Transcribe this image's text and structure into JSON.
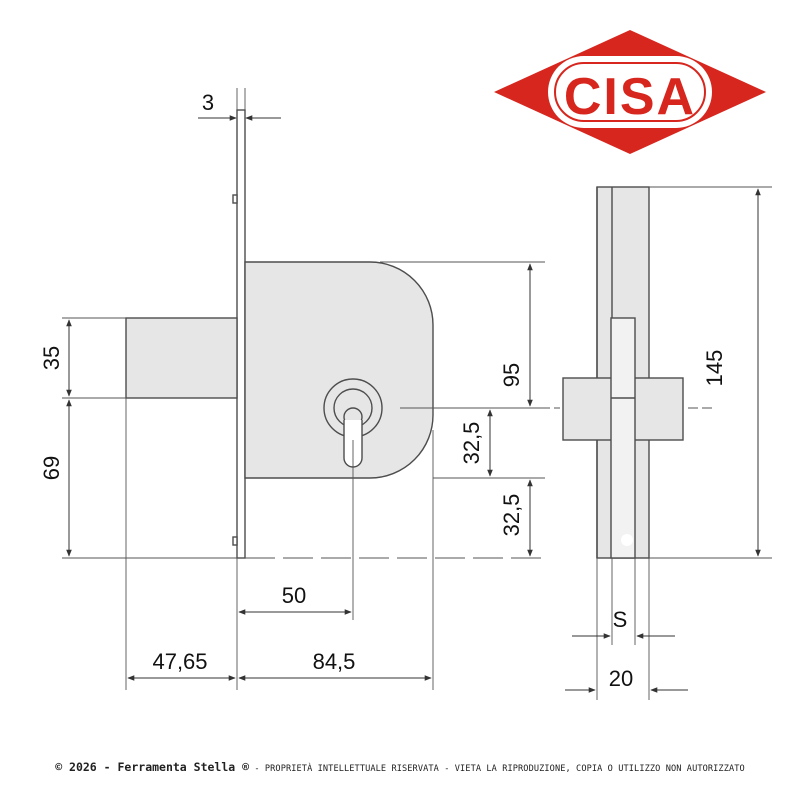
{
  "brand": {
    "logo_text": "CISA",
    "logo_color": "#d7261e"
  },
  "dimensions": {
    "strip_thickness": "3",
    "bolt_height": "35",
    "case_top_to_center": "95",
    "center_to_bottom": "69",
    "key_offset_upper": "32,5",
    "key_offset_lower": "32,5",
    "backset": "50",
    "bolt_throw": "47,65",
    "case_width": "84,5",
    "total_height": "145",
    "side_s": "S",
    "side_width": "20"
  },
  "colors": {
    "case_fill": "#e6e6e6",
    "line": "#4d4d4d",
    "dim_line": "#333333"
  },
  "footer": {
    "copyright": "© 2026 - Ferramenta Stella ®",
    "notice": " - PROPRIETÀ INTELLETTUALE RISERVATA - VIETA LA RIPRODUZIONE, COPIA O UTILIZZO NON AUTORIZZATO"
  }
}
